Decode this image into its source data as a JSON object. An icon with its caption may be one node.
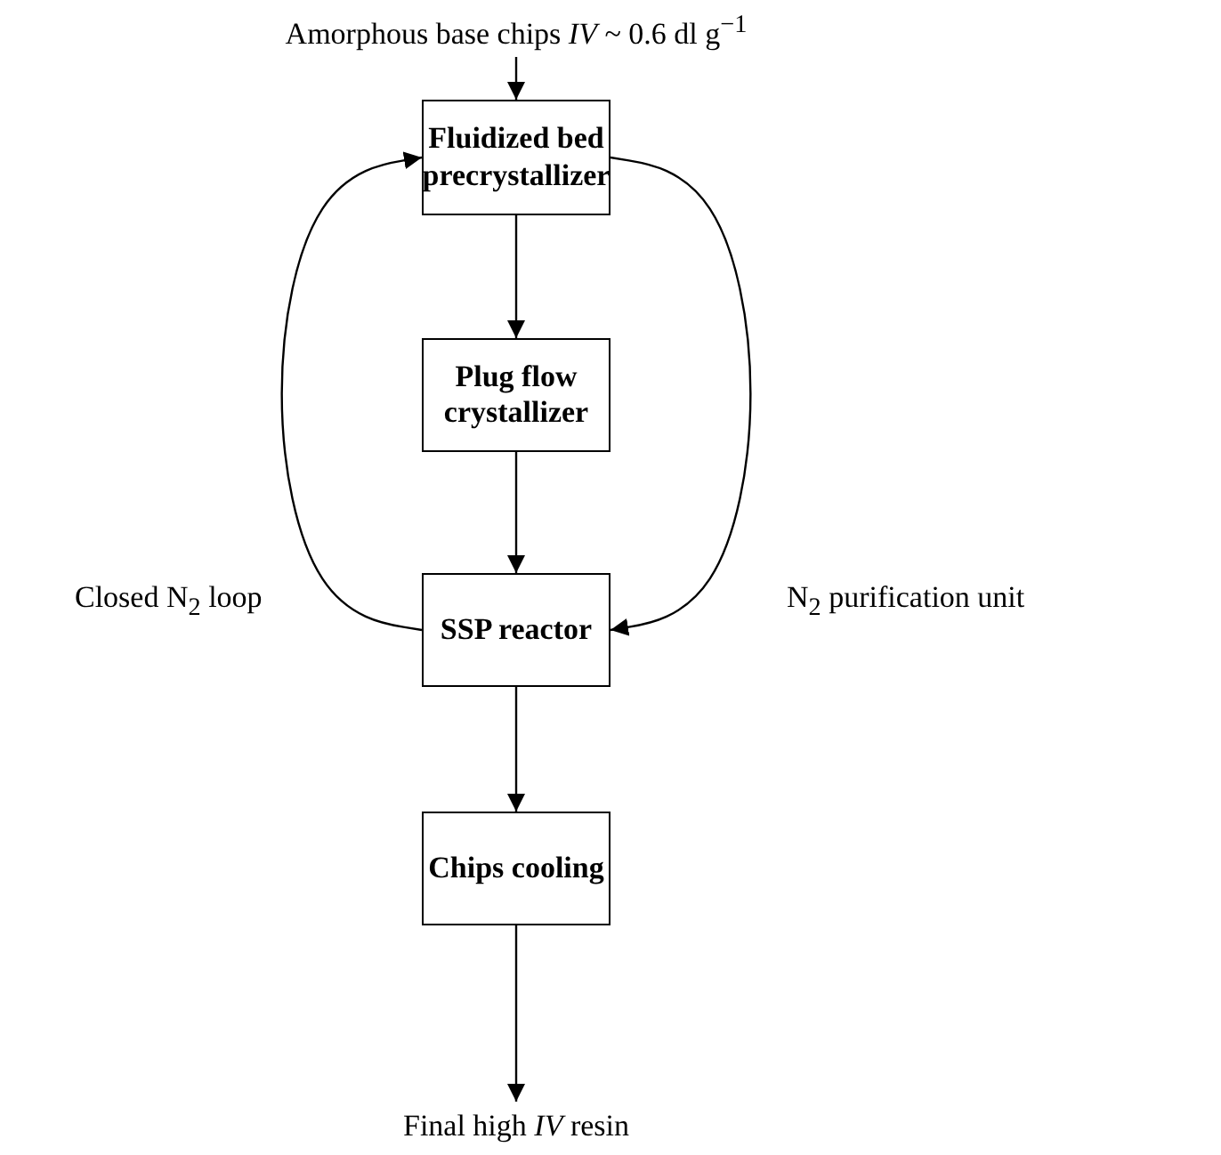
{
  "diagram": {
    "nodes": [
      {
        "text": [
          "Amorphous base chips *IV* ~ 0.6 dl g$^{−1}$"
        ]
      },
      {
        "text": [
          "Fluidized bed precrystallizer"
        ]
      },
      {
        "text": [
          "Plug flow crystallizer"
        ]
      },
      {
        "text": [
          "SSP reactor"
        ]
      },
      {
        "text": [
          "Chips cooling"
        ]
      },
      {
        "text": [
          "Final high *IV* resin"
        ]
      }
    ],
    "edges": [
      {
        "from": 0,
        "to": 1,
        "arrow": "to"
      },
      {
        "from": 1,
        "to": 2,
        "arrow": "to"
      },
      {
        "from": 2,
        "to": 3,
        "arrow": "to"
      },
      {
        "from": 3,
        "to": 4,
        "arrow": "to"
      },
      {
        "from": 4,
        "to": 5,
        "arrow": "to"
      },
      {
        "from": 3,
        "to": 1,
        "arrow": "to",
        "label": "Closed N$_{2}$ loop"
      },
      {
        "from": 1,
        "to": 3,
        "arrow": "to",
        "label": "N$_{2}$ purification unit"
      }
    ]
  }
}
